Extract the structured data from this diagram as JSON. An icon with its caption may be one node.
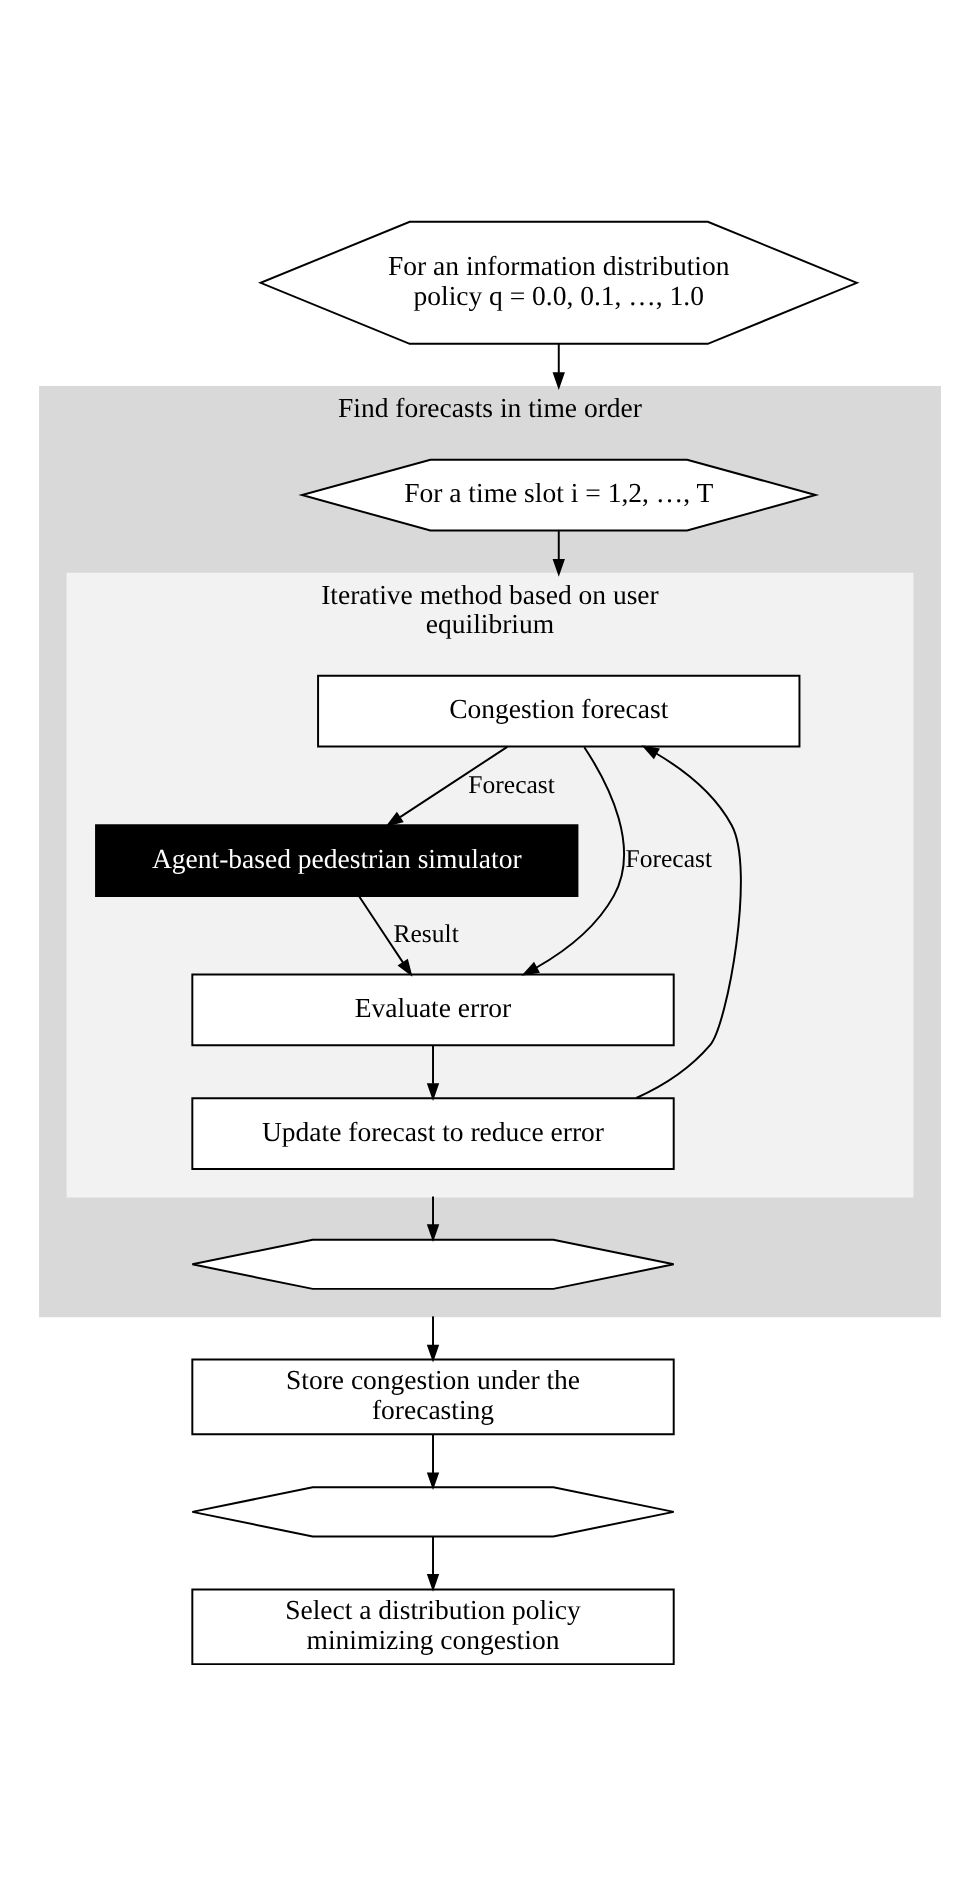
{
  "diagram": {
    "nodes": [
      {
        "text": [
          "For an information distribution policy q = 0.0, 0.1, …, 1.0"
        ]
      },
      {
        "text": [
          "Find forecasts in time order"
        ]
      },
      {
        "text": [
          "For a time slot i = 1,2, …, T"
        ],
        "in": 1
      },
      {
        "text": [
          "Iterative method based on user equilibrium"
        ],
        "in": 1
      },
      {
        "text": [
          "Congestion forecast"
        ],
        "in": 3
      },
      {
        "text": [
          "Agent-based pedestrian simulator"
        ],
        "in": 3
      },
      {
        "text": [
          "Evaluate error"
        ],
        "in": 3
      },
      {
        "text": [
          "Update forecast to reduce error"
        ],
        "in": 3
      },
      {
        "text": [],
        "shape": "hexagon",
        "in": 1
      },
      {
        "text": [
          "Store congestion under the forecasting"
        ]
      },
      {
        "text": [],
        "shape": "hexagon"
      },
      {
        "text": [
          "Select a distribution policy minimizing congestion"
        ]
      }
    ],
    "edges": [
      {
        "from": 0,
        "to": 1,
        "arrow": "to"
      },
      {
        "from": 2,
        "to": 3,
        "arrow": "to"
      },
      {
        "from": 4,
        "to": 5,
        "arrow": "to",
        "label": "Forecast"
      },
      {
        "from": 4,
        "to": 6,
        "arrow": "to",
        "label": "Forecast"
      },
      {
        "from": 5,
        "to": 6,
        "arrow": "to",
        "label": "Result"
      },
      {
        "from": 6,
        "to": 7,
        "arrow": "to"
      },
      {
        "from": 7,
        "to": 4,
        "arrow": "to"
      },
      {
        "from": 3,
        "to": 8,
        "arrow": "to"
      },
      {
        "from": 1,
        "to": 9,
        "arrow": "to"
      },
      {
        "from": 9,
        "to": 10,
        "arrow": "to"
      },
      {
        "from": 10,
        "to": 11,
        "arrow": "to"
      }
    ]
  }
}
